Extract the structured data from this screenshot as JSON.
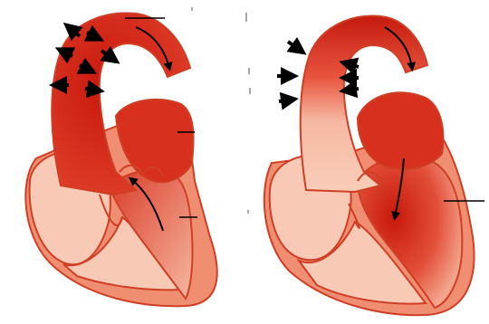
{
  "figure": {
    "panels": [
      {
        "id": "left",
        "phase_label": "",
        "leader_lines": 3
      },
      {
        "id": "right",
        "phase_label": "",
        "leader_lines": 1
      }
    ],
    "colors": {
      "outline": "#cf3f25",
      "myocardium": "#f08e72",
      "chamber_light": "#f8c9b5",
      "blood_dark": "#c01b10",
      "blood_mid": "#e0462f",
      "arrow": "#000000",
      "background": "#ffffff"
    },
    "icons": [
      "pressure-arrow-icon",
      "flow-arrow-icon"
    ]
  }
}
